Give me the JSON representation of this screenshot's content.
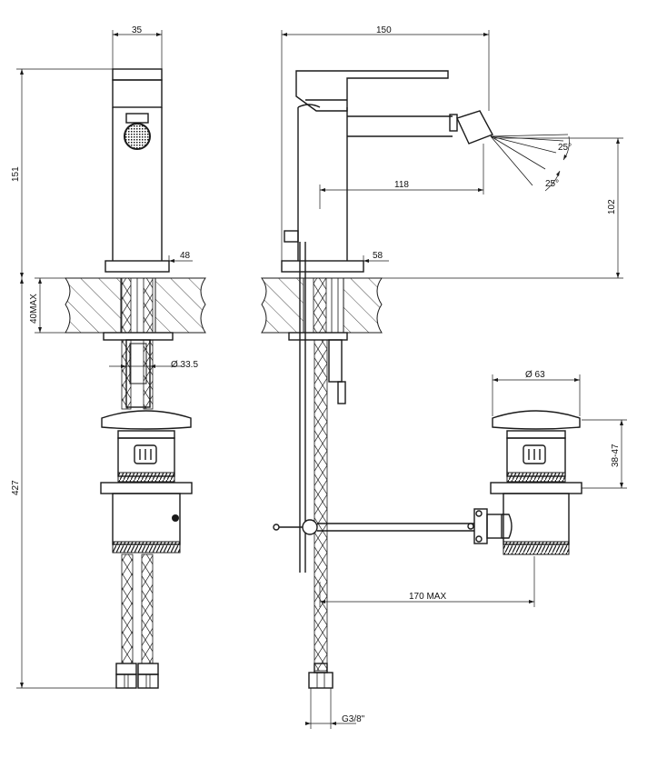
{
  "dimensions": {
    "top_width": "35",
    "total_width": "150",
    "left_base": "48",
    "right_base": "58",
    "spout_reach": "118",
    "angle_upper": "25°",
    "angle_lower": "25°",
    "height_spout": "102",
    "height_body": "151",
    "deck_thickness": "40MAX",
    "shank_diameter": "Ø 33.5",
    "total_below": "427",
    "waste_diameter": "Ø 63",
    "waste_height": "38-47",
    "rod_length": "170 MAX",
    "connection": "G3/8\""
  }
}
